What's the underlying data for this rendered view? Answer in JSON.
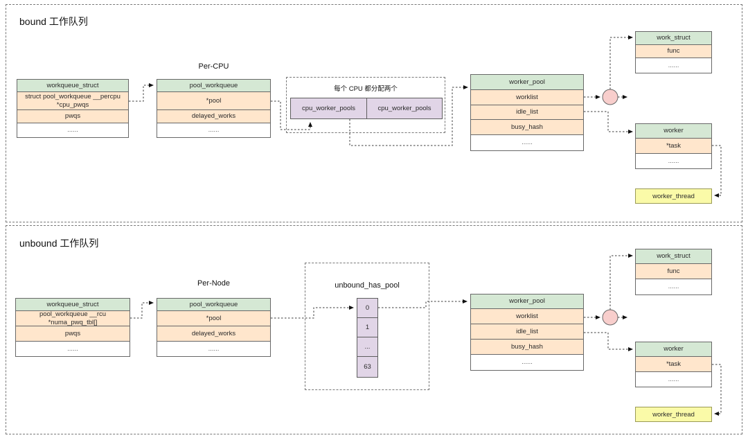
{
  "bound": {
    "title": "bound 工作队列",
    "column_label": "Per-CPU",
    "workqueue_struct": {
      "header": "workqueue_struct",
      "field1_line1": "struct pool_workqueue __percpu",
      "field1_line2": "*cpu_pwqs",
      "field2": "pwqs",
      "field3": "......"
    },
    "pool_workqueue": {
      "header": "pool_workqueue",
      "field1": "*pool",
      "field2": "delayed_works",
      "field3": "......"
    },
    "cpu_pools": {
      "note": "每个 CPU 都分配两个",
      "left": "cpu_worker_pools",
      "right": "cpu_worker_pools"
    },
    "worker_pool": {
      "header": "worker_pool",
      "field1": "worklist",
      "field2": "idle_list",
      "field3": "busy_hash",
      "field4": "......"
    },
    "work_struct": {
      "header": "work_struct",
      "field1": "func",
      "field2": "......"
    },
    "worker": {
      "header": "worker",
      "field1": "*task",
      "field2": "......"
    },
    "worker_thread_label": "worker_thread"
  },
  "unbound": {
    "title": "unbound 工作队列",
    "column_label": "Per-Node",
    "workqueue_struct": {
      "header": "workqueue_struct",
      "field1": "pool_workqueue __rcu *numa_pwq_tbl[]",
      "field2": "pwqs",
      "field3": "......"
    },
    "pool_workqueue": {
      "header": "pool_workqueue",
      "field1": "*pool",
      "field2": "delayed_works",
      "field3": "......"
    },
    "hash_pool": {
      "label": "unbound_has_pool",
      "cells": [
        "0",
        "1",
        "...",
        "63"
      ]
    },
    "worker_pool": {
      "header": "worker_pool",
      "field1": "worklist",
      "field2": "idle_list",
      "field3": "busy_hash",
      "field4": "......"
    },
    "work_struct": {
      "header": "work_struct",
      "field1": "func",
      "field2": "......"
    },
    "worker": {
      "header": "worker",
      "field1": "*task",
      "field2": "......"
    },
    "worker_thread_label": "worker_thread"
  },
  "colors": {
    "header_green": "#d5e8d4",
    "field_orange": "#ffe6cc",
    "pool_purple": "#e1d5e7",
    "junction_pink": "#f8cecc",
    "thread_yellow": "#fafaa8"
  }
}
